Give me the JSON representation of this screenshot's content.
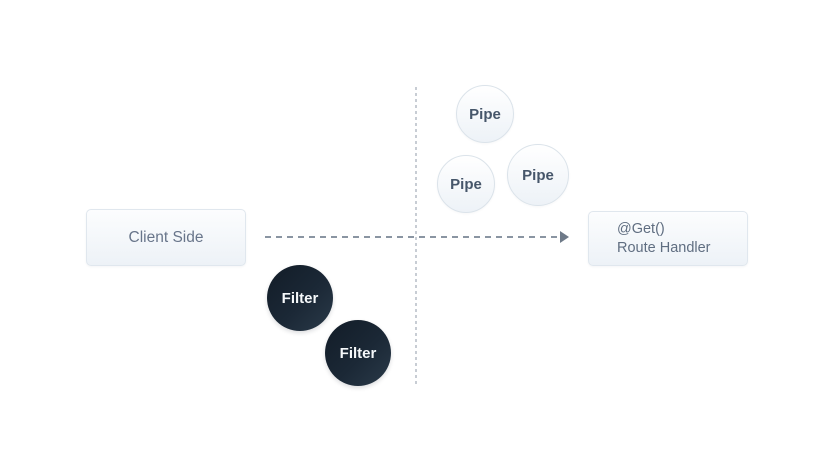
{
  "diagram": {
    "client_box": {
      "label": "Client Side"
    },
    "route_box": {
      "line1": "@Get()",
      "line2": "Route Handler"
    },
    "pipes": [
      {
        "label": "Pipe"
      },
      {
        "label": "Pipe"
      },
      {
        "label": "Pipe"
      }
    ],
    "filters": [
      {
        "label": "Filter"
      },
      {
        "label": "Filter"
      }
    ]
  },
  "colors": {
    "background": "#ffffff",
    "box_background_top": "#fcfdfe",
    "box_background_bottom": "#edf2f7",
    "box_border": "#e0e7ee",
    "box_text": "#68758a",
    "pipe_text": "#46566a",
    "filter_background": "#1b2836",
    "filter_text": "#f5f8fa",
    "horizontal_dash": "#8a95a2",
    "vertical_dash": "#c8cdd4"
  }
}
